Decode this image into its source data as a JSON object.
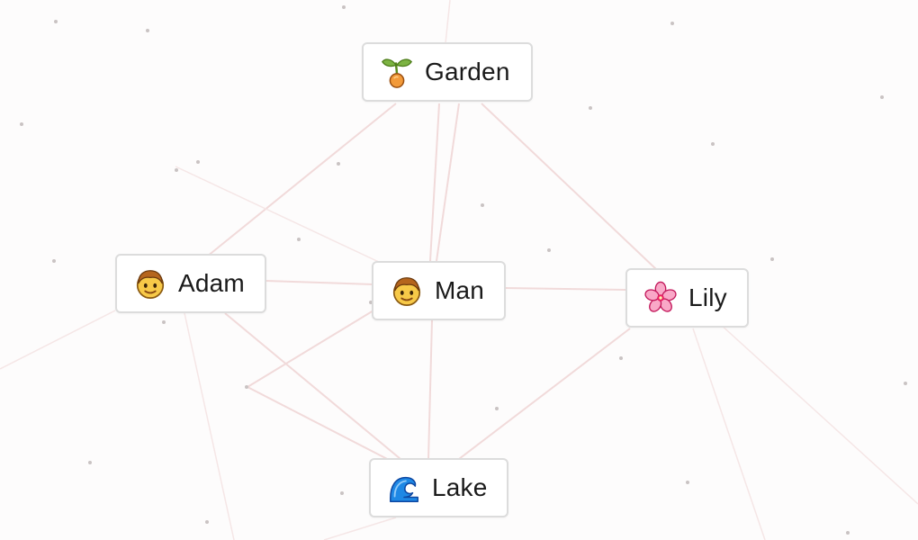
{
  "canvas": {
    "background": "#fdfcfc",
    "line_color": "#f0d8d8",
    "dot_color": "#c9c3c3"
  },
  "nodes": [
    {
      "id": "garden",
      "label": "Garden",
      "icon": "seedling-icon"
    },
    {
      "id": "adam",
      "label": "Adam",
      "icon": "boy-face-icon"
    },
    {
      "id": "man",
      "label": "Man",
      "icon": "man-face-icon"
    },
    {
      "id": "lily",
      "label": "Lily",
      "icon": "cherry-blossom-icon"
    },
    {
      "id": "lake",
      "label": "Lake",
      "icon": "water-wave-icon"
    }
  ]
}
